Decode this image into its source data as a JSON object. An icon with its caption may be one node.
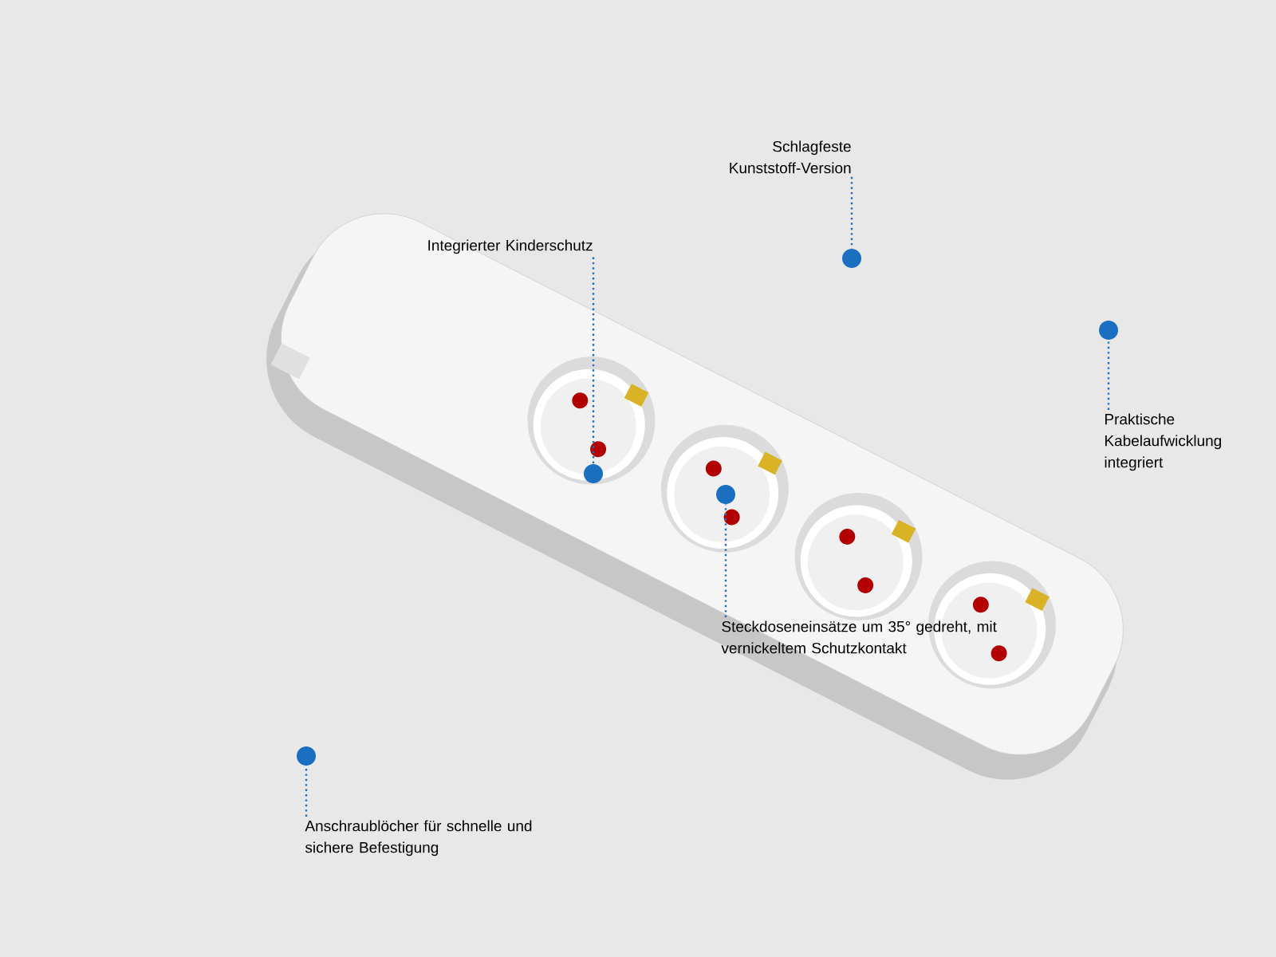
{
  "diagram": {
    "nodes": [
      {
        "text": [
          "Schlagfeste Kunststoff-Version"
        ]
      },
      {
        "text": [
          "Integrierter Kinderschutz"
        ]
      },
      {
        "text": [
          "Praktische Kabelaufwicklung integriert"
        ]
      },
      {
        "text": [
          "Steckdoseneinsätze um 35° gedreht, mit vernickeltem Schutzkontakt"
        ]
      },
      {
        "text": [
          "Anschraublöcher für schnelle und sichere Befestigung"
        ]
      },
      {
        "text": [],
        "shape": "circle"
      },
      {
        "text": [],
        "shape": "circle"
      },
      {
        "text": [],
        "shape": "circle"
      },
      {
        "text": [],
        "shape": "circle"
      },
      {
        "text": [],
        "shape": "circle"
      }
    ],
    "edges": [
      {
        "from": 0,
        "to": 5,
        "arrow": "none"
      },
      {
        "from": 1,
        "to": 6,
        "arrow": "none"
      },
      {
        "from": 2,
        "to": 7,
        "arrow": "none"
      },
      {
        "from": 3,
        "to": 8,
        "arrow": "none"
      },
      {
        "from": 4,
        "to": 9,
        "arrow": "none"
      }
    ]
  }
}
